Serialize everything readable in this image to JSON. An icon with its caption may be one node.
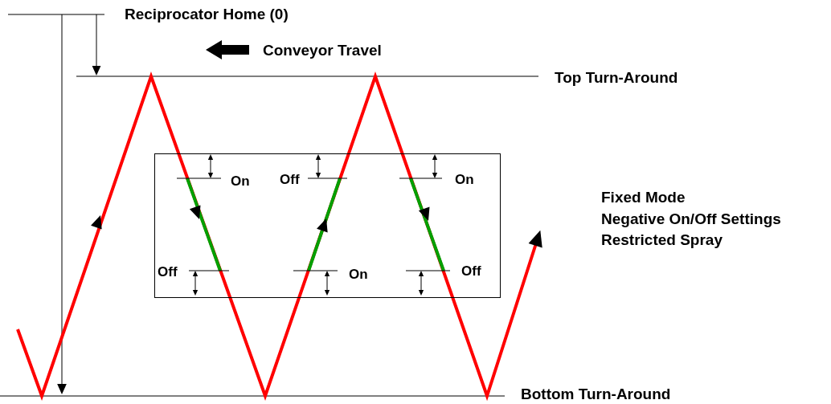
{
  "diagram": {
    "nodes": [
      {
        "text": [
          "On",
          "Off",
          "On",
          "Off",
          "On",
          "Off"
        ]
      }
    ],
    "labels": [
      "Reciprocator Home (0)",
      "Conveyor Travel",
      "Top Turn-Around",
      "Fixed Mode",
      "Negative On/Off Settings",
      "Restricted Spray",
      "Bottom Turn-Around"
    ]
  }
}
